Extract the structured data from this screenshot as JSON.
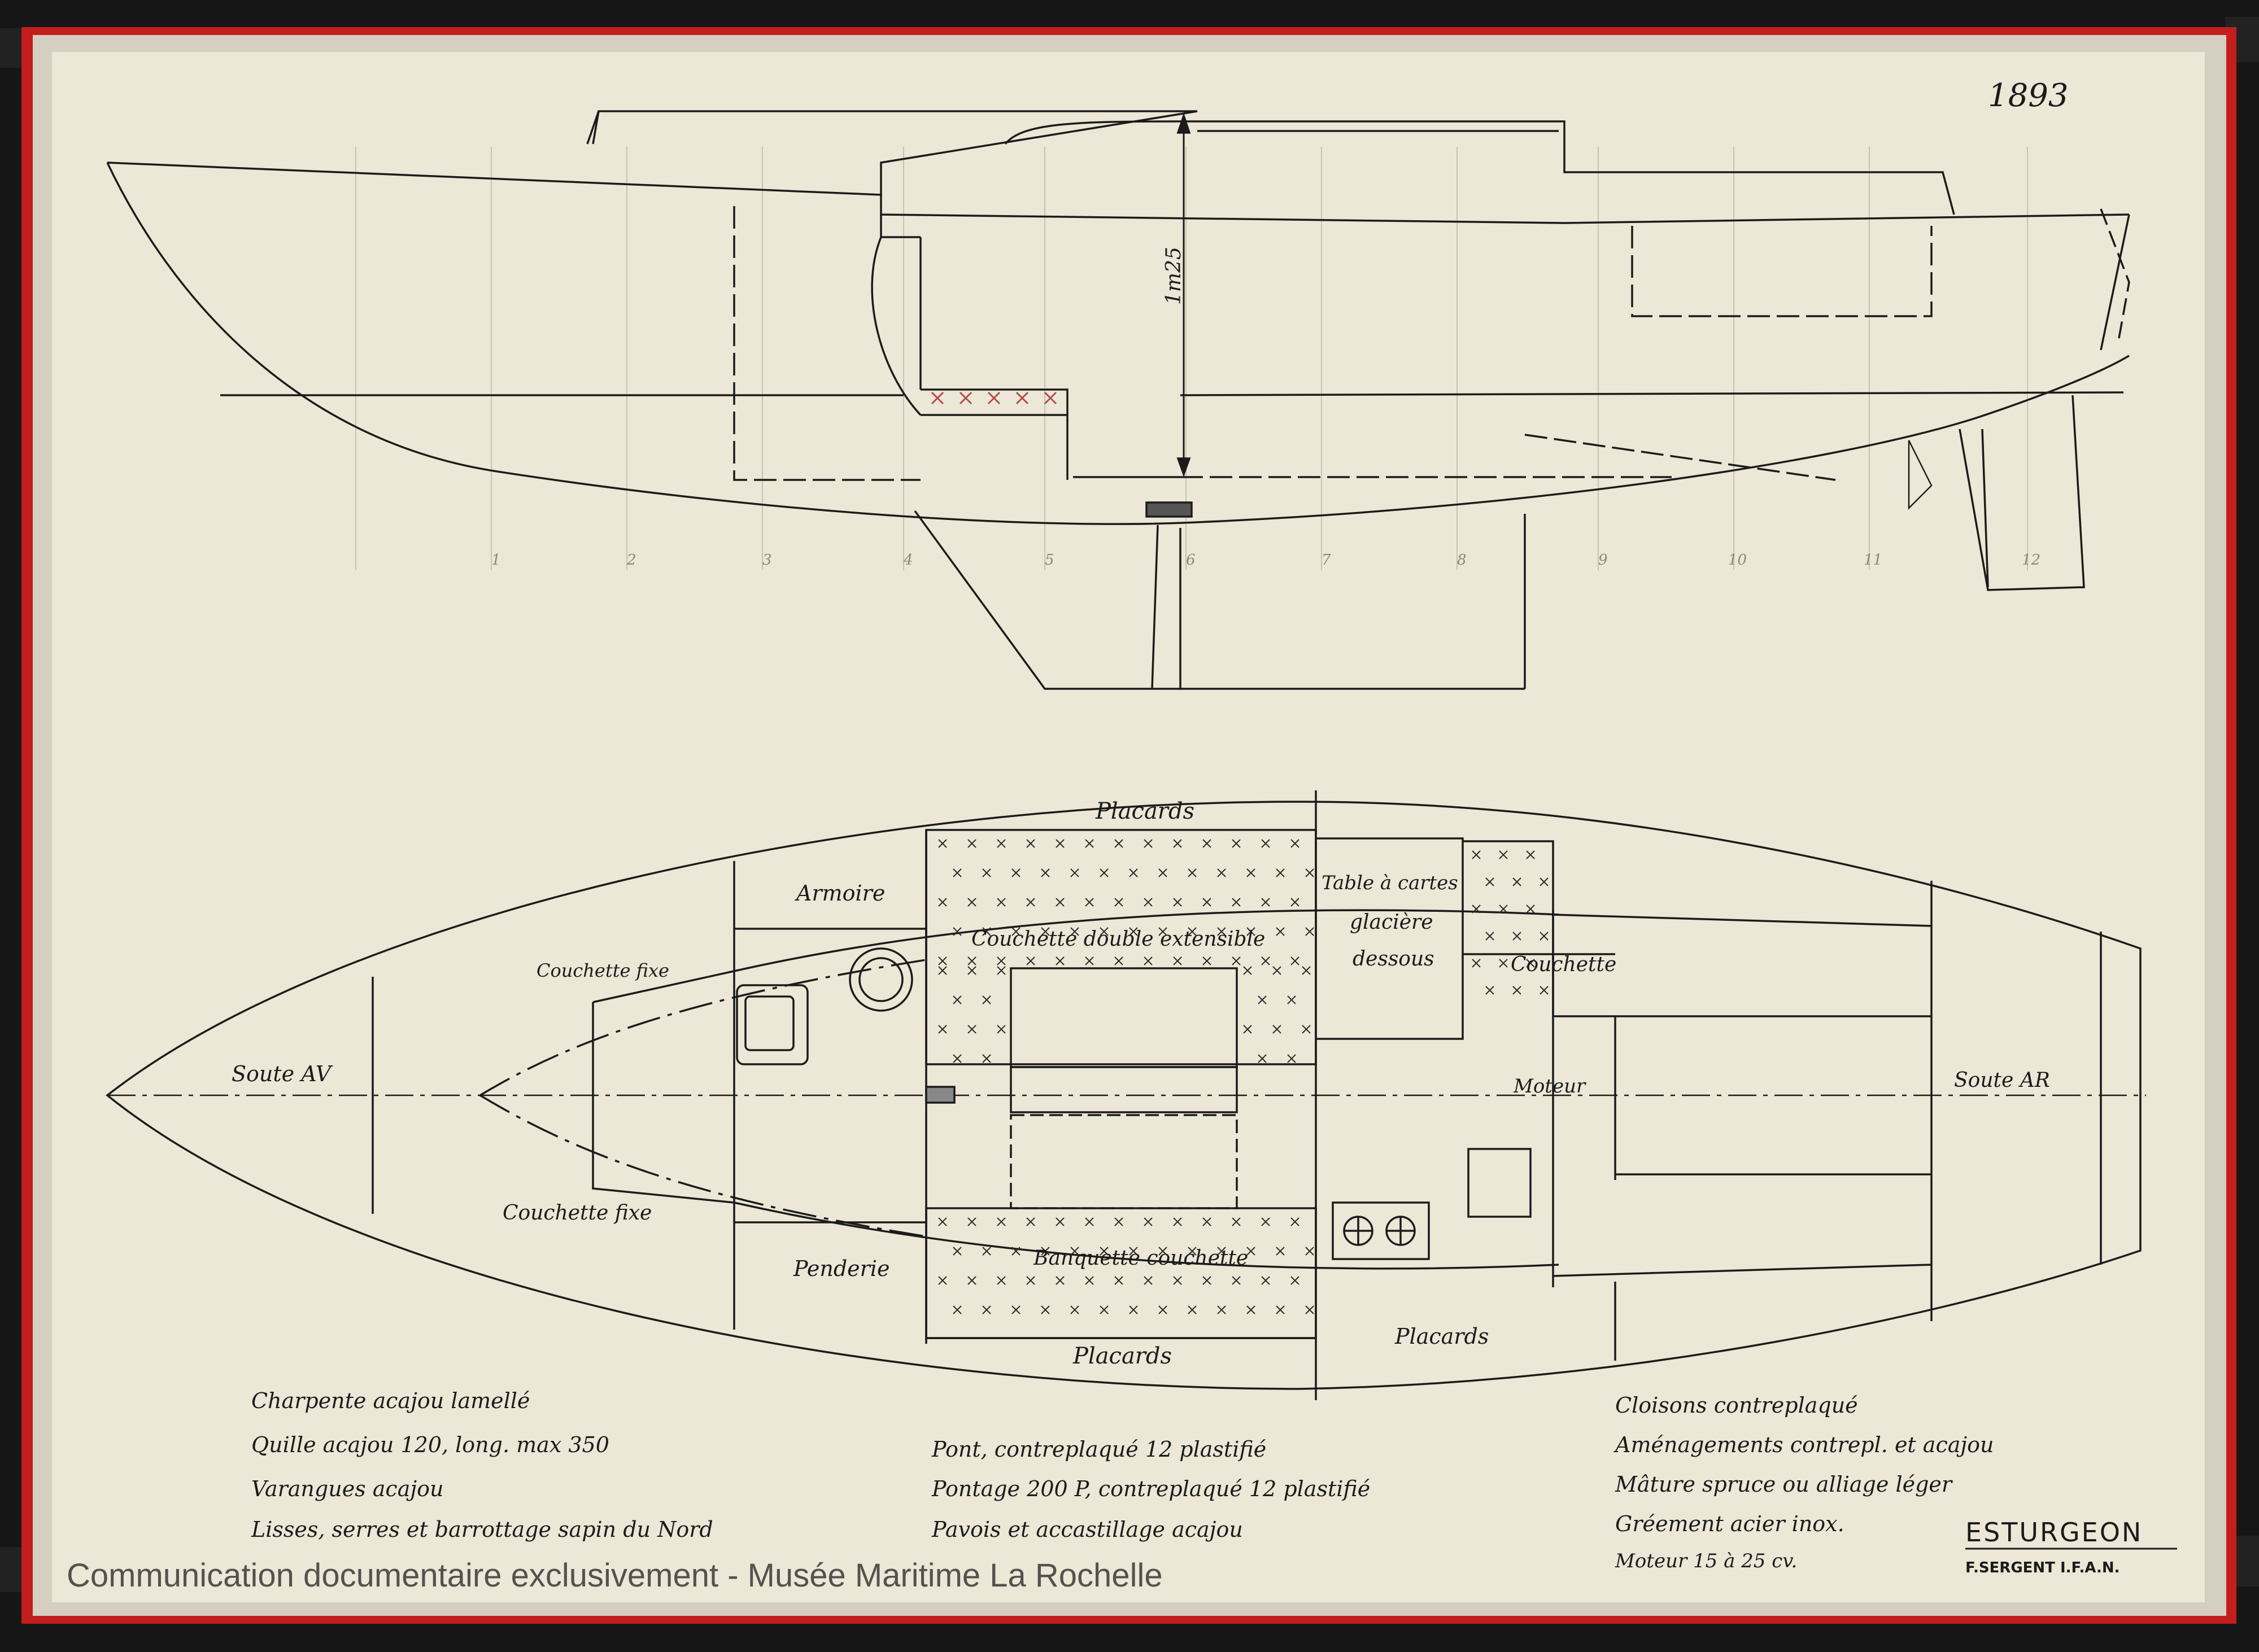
{
  "sheet": {
    "number": "1893",
    "dimension_label": "1m25",
    "station_numbers": [
      "1",
      "2",
      "3",
      "4",
      "5",
      "6",
      "7",
      "8",
      "9",
      "10",
      "11",
      "12"
    ]
  },
  "plan": {
    "labels": {
      "placards_top": "Placards",
      "armoire": "Armoire",
      "table_line1": "Table à cartes",
      "table_line2": "glacière",
      "table_line3": "dessous",
      "couchette_double": "Couchette double extensible",
      "couchette_fixe_top": "Couchette fixe",
      "couchette_right": "Couchette",
      "soute_av": "Soute AV",
      "soute_ar": "Soute AR",
      "moteur": "Moteur",
      "couchette_fixe_bottom": "Couchette fixe",
      "penderie": "Penderie",
      "banquette": "Banquette couchette",
      "placards_bottom": "Placards",
      "placards_bottom_right": "Placards"
    }
  },
  "notes": {
    "left": [
      "Charpente acajou lamellé",
      "Quille acajou 120, long. max 350",
      "Varangues acajou",
      "Lisses, serres et barrottage sapin du Nord"
    ],
    "middle": [
      "Pont, contreplaqué 12 plastifié",
      "Pontage 200 P, contreplaqué 12 plastifié",
      "Pavois et accastillage acajou"
    ],
    "right": [
      "Cloisons contreplaqué",
      "Aménagements contrepl. et acajou",
      "Mâture spruce ou alliage léger",
      "Gréement acier inox.",
      "Moteur 15 à 25 cv."
    ]
  },
  "title_block": {
    "name": "ESTURGEON",
    "designer": "F.SERGENT I.F.A.N."
  },
  "watermark": "Communication documentaire exclusivement - Musée Maritime La Rochelle",
  "colors": {
    "paper": "#ece7d6",
    "frame_red": "#c41d1d",
    "ink": "#1b1b1b",
    "hatch_red": "#b44a4a"
  }
}
